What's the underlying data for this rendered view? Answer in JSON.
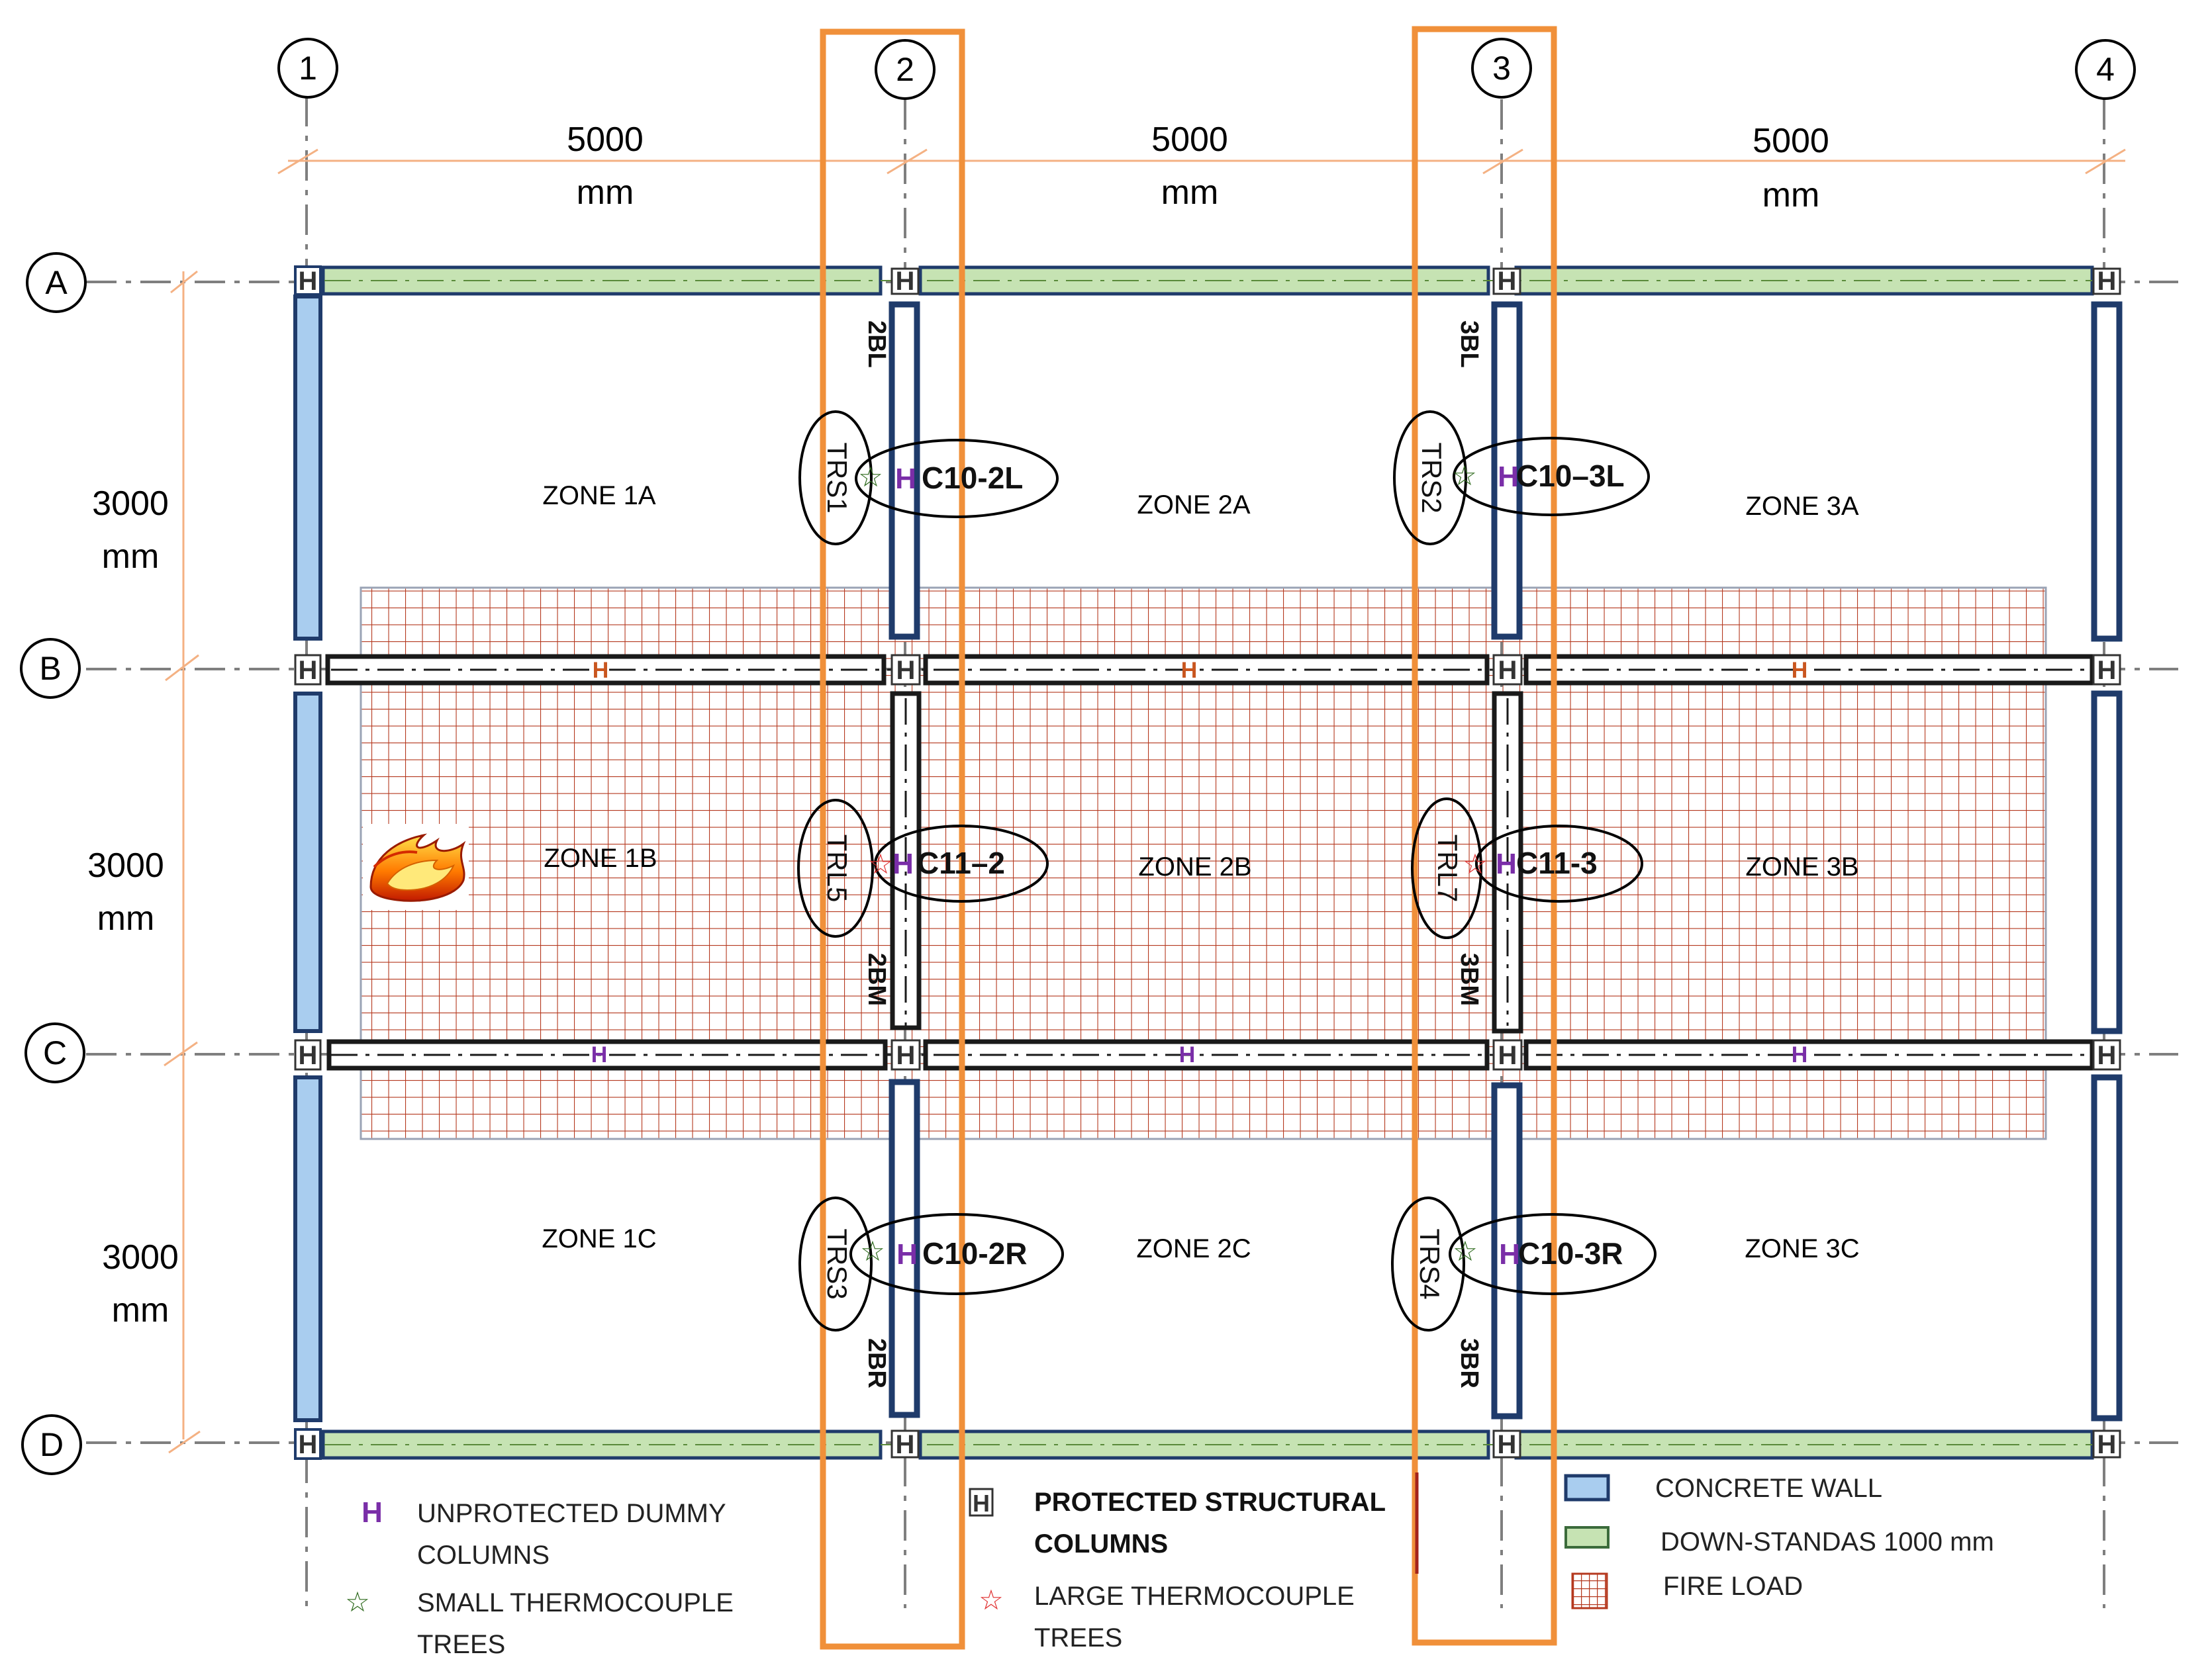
{
  "grid": {
    "columns": [
      "1",
      "2",
      "3",
      "4"
    ],
    "rows": [
      "A",
      "B",
      "C",
      "D"
    ]
  },
  "dimensions": {
    "horizontal": [
      {
        "value": "5000",
        "unit": "mm"
      },
      {
        "value": "5000",
        "unit": "mm"
      },
      {
        "value": "5000",
        "unit": "mm"
      }
    ],
    "vertical": [
      {
        "value": "3000",
        "unit": "mm"
      },
      {
        "value": "3000",
        "unit": "mm"
      },
      {
        "value": "3000",
        "unit": "mm"
      }
    ]
  },
  "zones": [
    "ZONE 1A",
    "ZONE 2A",
    "ZONE 3A",
    "ZONE 1B",
    "ZONE 2B",
    "ZONE 3B",
    "ZONE 1C",
    "ZONE 2C",
    "ZONE 3C"
  ],
  "beam_labels": [
    "2BL",
    "3BL",
    "2BM",
    "3BM",
    "2BR",
    "3BR"
  ],
  "trees": [
    "TRS1",
    "TRS2",
    "TRL5",
    "TRL7",
    "TRS3",
    "TRS4"
  ],
  "columns": [
    "C10-2L",
    "C10–3L",
    "C11–2",
    "C11-3",
    "C10-2R",
    "C10-3R"
  ],
  "legend": {
    "unprotected_line1": "UNPROTECTED DUMMY",
    "unprotected_line2": "COLUMNS",
    "small_tc_line1": "SMALL THERMOCOUPLE",
    "small_tc_line2": "TREES",
    "protected_line1": "PROTECTED STRUCTURAL",
    "protected_line2": "COLUMNS",
    "large_tc_line1": "LARGE THERMOCOUPLE",
    "large_tc_line2": "TREES",
    "concrete_wall": "CONCRETE WALL",
    "down_stand": "DOWN-STANDAS 1000 mm",
    "fire_load": "FIRE LOAD"
  },
  "icons": {
    "fire": "flame-icon",
    "small_tree": "green-star-icon",
    "large_tree": "red-star-icon",
    "unprotected_column": "purple-h-icon",
    "protected_column": "h-section-icon"
  },
  "colors": {
    "orange_highlight": "#f0903a",
    "concrete_wall": "#a9cdef",
    "wall_border": "#1f3b6b",
    "down_stand": "#c6e3b3",
    "fire_grid": "#b5391f",
    "grid_line": "#7f7f7f",
    "dimension": "#f4b183",
    "dummy_column": "#7a2ea8",
    "small_star": "#2f6b1e",
    "large_star": "#e03030"
  }
}
